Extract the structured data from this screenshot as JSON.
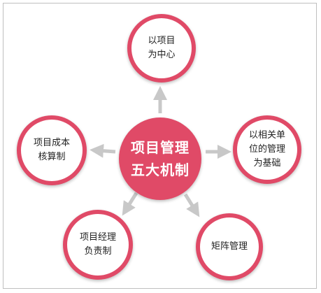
{
  "diagram": {
    "center": {
      "lines": [
        "项目管理",
        "五大机制"
      ]
    },
    "nodes": {
      "top": {
        "lines": [
          "以项目",
          "为中心"
        ]
      },
      "right": {
        "lines": [
          "以相关单",
          "位的管理",
          "为基础"
        ]
      },
      "left": {
        "lines": [
          "项目成本",
          "核算制"
        ]
      },
      "bottom_left": {
        "lines": [
          "项目经理",
          "负责制"
        ]
      },
      "bottom_right": {
        "lines": [
          "矩阵管理"
        ]
      }
    }
  },
  "colors": {
    "accent": "#e04a67",
    "arrow": "#c8c8c8",
    "text": "#222222"
  }
}
